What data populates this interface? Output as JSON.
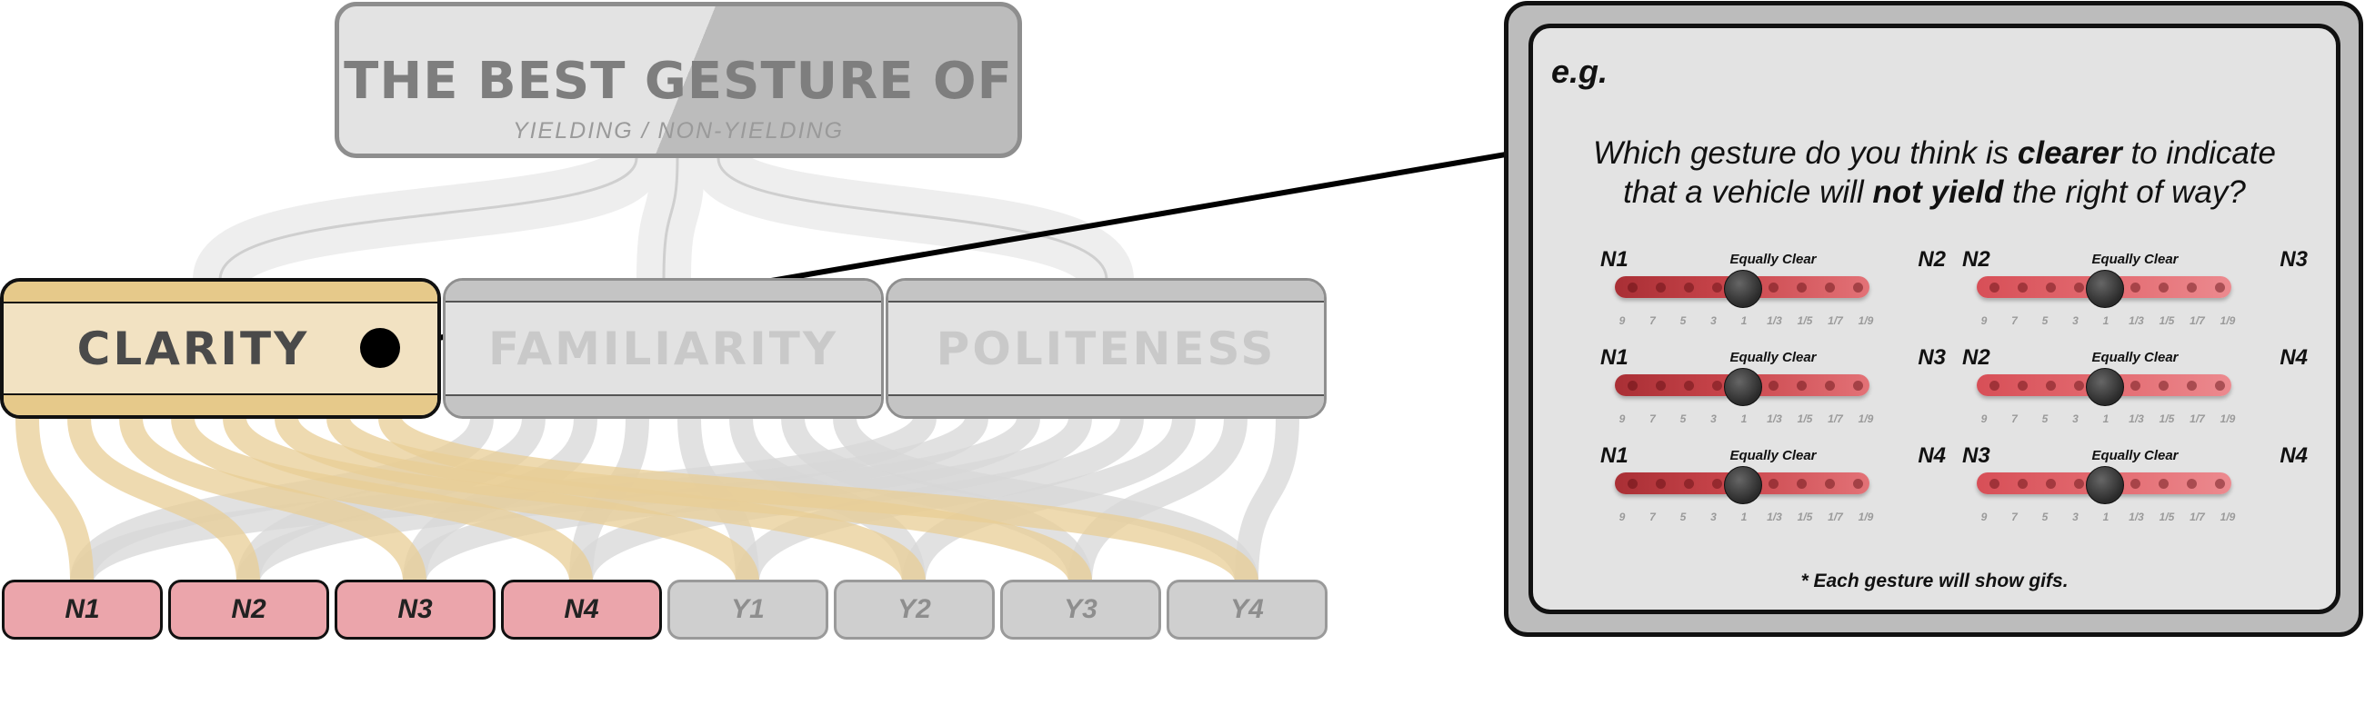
{
  "goal": {
    "title": "THE BEST GESTURE OF",
    "subtitle": "YIELDING / NON-YIELDING"
  },
  "criteria": [
    {
      "label": "CLARITY",
      "state": "active"
    },
    {
      "label": "FAMILIARITY",
      "state": "inactive"
    },
    {
      "label": "POLITENESS",
      "state": "inactive"
    }
  ],
  "alternatives": [
    "N1",
    "N2",
    "N3",
    "N4",
    "Y1",
    "Y2",
    "Y3",
    "Y4"
  ],
  "example": {
    "tag": "e.g.",
    "question_parts": {
      "a": "Which gesture do you think is ",
      "b": "clearer",
      "c": " to indicate",
      "d": "that a vehicle will ",
      "e": "not yield",
      "f": " the right of way?"
    },
    "center_label": "Equally Clear",
    "scale_labels": [
      "9",
      "7",
      "5",
      "3",
      "1",
      "1/3",
      "1/5",
      "1/7",
      "1/9"
    ],
    "pairs": [
      {
        "left": "N1",
        "right": "N2"
      },
      {
        "left": "N2",
        "right": "N3"
      },
      {
        "left": "N1",
        "right": "N3"
      },
      {
        "left": "N2",
        "right": "N4"
      },
      {
        "left": "N1",
        "right": "N4"
      },
      {
        "left": "N3",
        "right": "N4"
      }
    ],
    "footnote": "*  Each gesture will show gifs."
  },
  "colors": {
    "clarity_fill": "#f2e2c2",
    "clarity_band": "#e6c98a",
    "n_fill": "#eba5ab",
    "slider_red": "#c9454b",
    "grey": "#e2e2e2"
  }
}
